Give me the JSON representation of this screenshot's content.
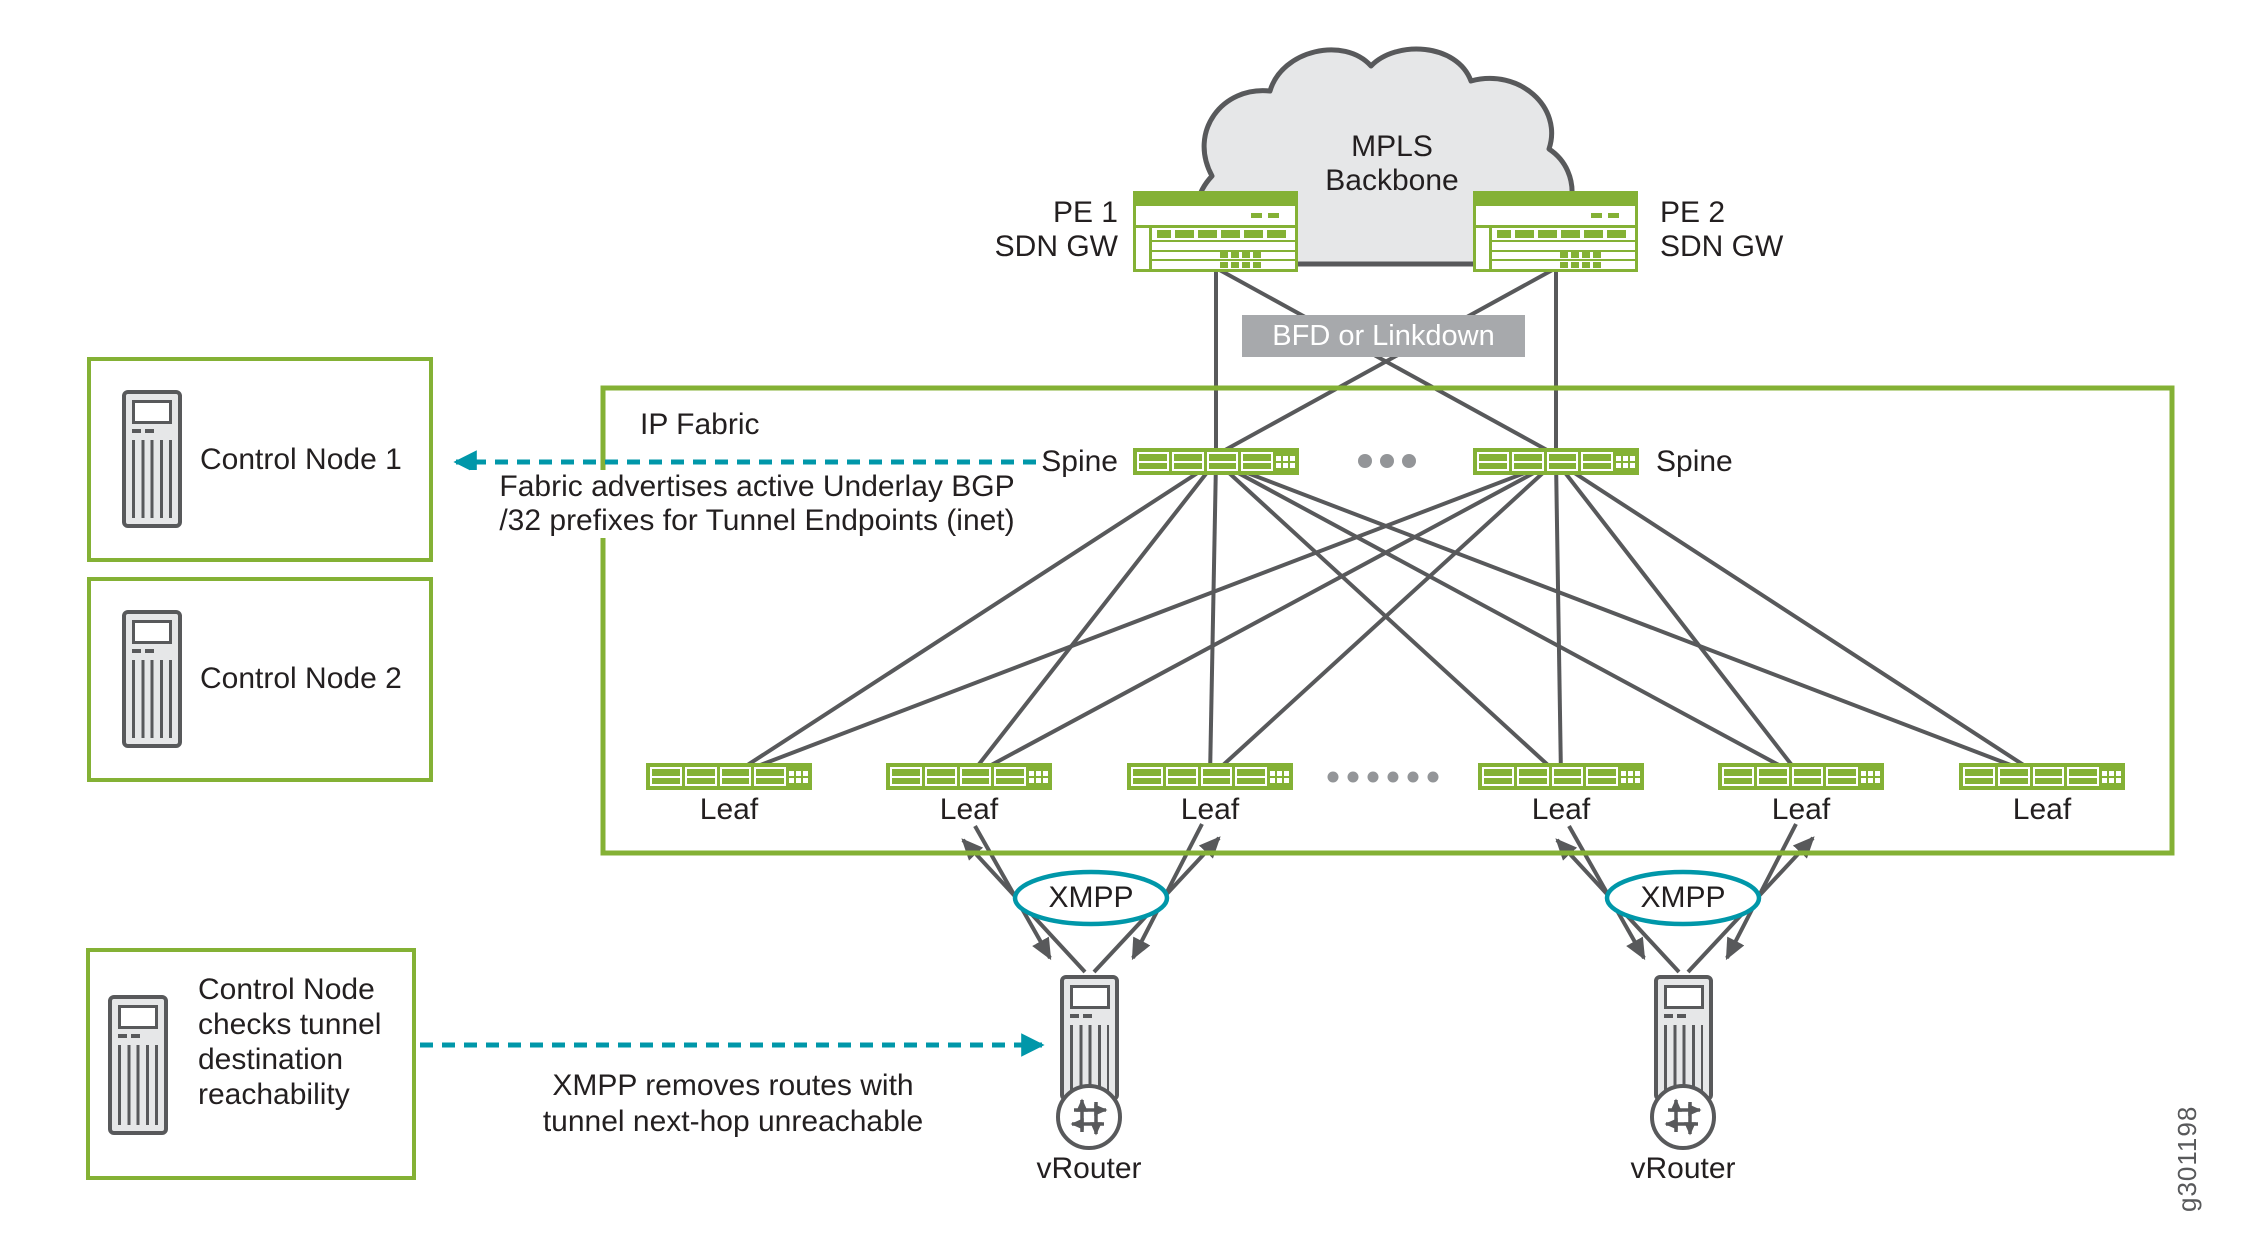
{
  "colors": {
    "green": "#84B135",
    "teal": "#0097A9",
    "line_gray": "#58595B",
    "badge_gray": "#A7A9AC",
    "fill_gray": "#E6E7E8",
    "dot_gray": "#939598",
    "text": "#231F20"
  },
  "cloud": {
    "label": "MPLS\nBackbone"
  },
  "pe_routers": {
    "pe1_label": "PE 1\nSDN GW",
    "pe2_label": "PE 2\nSDN GW"
  },
  "link_failure_label": "BFD or Linkdown",
  "ip_fabric": {
    "label": "IP Fabric",
    "spine_left_label": "Spine",
    "spine_right_label": "Spine",
    "leaf_labels": [
      "Leaf",
      "Leaf",
      "Leaf",
      "Leaf",
      "Leaf",
      "Leaf"
    ]
  },
  "control_nodes": {
    "node1_label": "Control Node 1",
    "node2_label": "Control Node 2",
    "checker_label": "Control Node\nchecks tunnel\ndestination\nreachability"
  },
  "annotations": {
    "fabric_advertises": "Fabric advertises active Underlay BGP\n/32 prefixes for Tunnel Endpoints (inet)",
    "xmpp_removes": "XMPP removes routes with\ntunnel next-hop unreachable"
  },
  "xmpp": {
    "left_label": "XMPP",
    "right_label": "XMPP"
  },
  "vrouters": {
    "left_label": "vRouter",
    "right_label": "vRouter"
  },
  "figure_id": "g301198"
}
